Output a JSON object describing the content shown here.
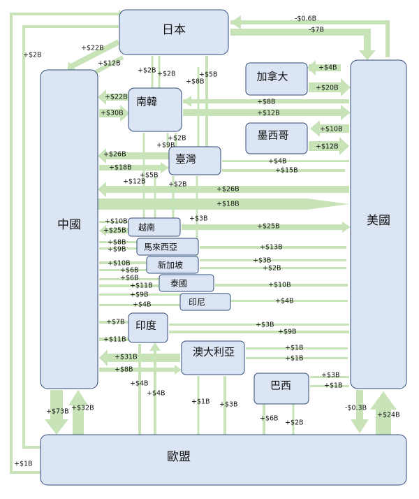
{
  "nodes": {
    "japan": "日本",
    "usa": "美國",
    "china": "中國",
    "eu": "歐盟",
    "korea": "南韓",
    "taiwan": "臺灣",
    "canada": "加拿大",
    "mexico": "墨西哥",
    "vietnam": "越南",
    "malaysia": "馬來西亞",
    "singapore": "新加坡",
    "thailand": "泰國",
    "indonesia": "印尼",
    "india": "印度",
    "australia": "澳大利亞",
    "brazil": "巴西"
  },
  "flows": [
    {
      "id": "jp_us_neg06",
      "label": "-$0.6B"
    },
    {
      "id": "jp_us_neg7",
      "label": "-$7B"
    },
    {
      "id": "cn_eu_left_2",
      "label": "+$2B"
    },
    {
      "id": "cn_jp_22",
      "label": "+$22B"
    },
    {
      "id": "jp_cn_12",
      "label": "+$12B"
    },
    {
      "id": "jp_kr_2a",
      "label": "+$2B"
    },
    {
      "id": "jp_kr_2b",
      "label": "+$2B"
    },
    {
      "id": "jp_tw_5",
      "label": "+$5B"
    },
    {
      "id": "jp_tw_8",
      "label": "+$8B"
    },
    {
      "id": "ca_us_4",
      "label": "+$4B"
    },
    {
      "id": "ca_us_20",
      "label": "+$20B"
    },
    {
      "id": "kr_cn_22",
      "label": "+$22B"
    },
    {
      "id": "cn_kr_30",
      "label": "+$30B"
    },
    {
      "id": "kr_us_8",
      "label": "+$8B"
    },
    {
      "id": "kr_us_12",
      "label": "+$12B"
    },
    {
      "id": "mx_us_10",
      "label": "+$10B"
    },
    {
      "id": "mx_us_12",
      "label": "+$12B"
    },
    {
      "id": "kr_tw_2",
      "label": "+$2B"
    },
    {
      "id": "kr_tw_9",
      "label": "+$9B"
    },
    {
      "id": "tw_cn_26",
      "label": "+$26B"
    },
    {
      "id": "cn_tw_18",
      "label": "+$18B"
    },
    {
      "id": "tw_us_4",
      "label": "+$4B"
    },
    {
      "id": "tw_us_15",
      "label": "+$15B"
    },
    {
      "id": "tw_vn_5",
      "label": "+$5B"
    },
    {
      "id": "cn_vn_12",
      "label": "+$12B"
    },
    {
      "id": "tw_vn_2",
      "label": "+$2B"
    },
    {
      "id": "us_cn_26",
      "label": "+$26B"
    },
    {
      "id": "cn_us_18",
      "label": "+$18B"
    },
    {
      "id": "tw_sg_3",
      "label": "+$3B"
    },
    {
      "id": "cn_vn_10",
      "label": "+$10B"
    },
    {
      "id": "vn_cn_25",
      "label": "+$25B"
    },
    {
      "id": "vn_us_25",
      "label": "+$25B"
    },
    {
      "id": "cn_my_8",
      "label": "+$8B"
    },
    {
      "id": "my_cn_9",
      "label": "+$9B"
    },
    {
      "id": "my_us_13",
      "label": "+$13B"
    },
    {
      "id": "cn_sg_10",
      "label": "+$10B"
    },
    {
      "id": "sg_cn_6",
      "label": "+$6B"
    },
    {
      "id": "us_sg_3",
      "label": "+$3B"
    },
    {
      "id": "sg_us_2",
      "label": "+$2B"
    },
    {
      "id": "th_cn_6",
      "label": "+$6B"
    },
    {
      "id": "cn_th_11",
      "label": "+$11B"
    },
    {
      "id": "th_us_10",
      "label": "+$10B"
    },
    {
      "id": "cn_id_9",
      "label": "+$9B"
    },
    {
      "id": "cn_id_4",
      "label": "+$4B"
    },
    {
      "id": "id_us_4",
      "label": "+$4B"
    },
    {
      "id": "in_cn_7",
      "label": "+$7B"
    },
    {
      "id": "cn_in_11",
      "label": "+$11B"
    },
    {
      "id": "us_in_3",
      "label": "+$3B"
    },
    {
      "id": "in_us_9",
      "label": "+$9B"
    },
    {
      "id": "au_cn_31",
      "label": "+$31B"
    },
    {
      "id": "cn_au_8",
      "label": "+$8B"
    },
    {
      "id": "us_au_1a",
      "label": "+$1B"
    },
    {
      "id": "au_us_1b",
      "label": "+$1B"
    },
    {
      "id": "us_br_3",
      "label": "+$3B"
    },
    {
      "id": "br_us_1",
      "label": "+$1B"
    },
    {
      "id": "in_eu_4",
      "label": "+$4B"
    },
    {
      "id": "eu_in_4",
      "label": "+$4B"
    },
    {
      "id": "au_eu_1",
      "label": "+$1B"
    },
    {
      "id": "eu_au_3",
      "label": "+$3B"
    },
    {
      "id": "br_eu_6",
      "label": "+$6B"
    },
    {
      "id": "eu_br_2",
      "label": "+$2B"
    },
    {
      "id": "cn_eu_73",
      "label": "+$73B"
    },
    {
      "id": "eu_cn_32",
      "label": "+$32B"
    },
    {
      "id": "us_eu_neg03",
      "label": "-$0.3B"
    },
    {
      "id": "eu_us_24",
      "label": "+$24B"
    },
    {
      "id": "eu_cn_1",
      "label": "+$1B"
    }
  ],
  "colors": {
    "node_fill": "#dbe5f3",
    "node_border": "#2f4a78",
    "flow": "#c9e3b8"
  }
}
